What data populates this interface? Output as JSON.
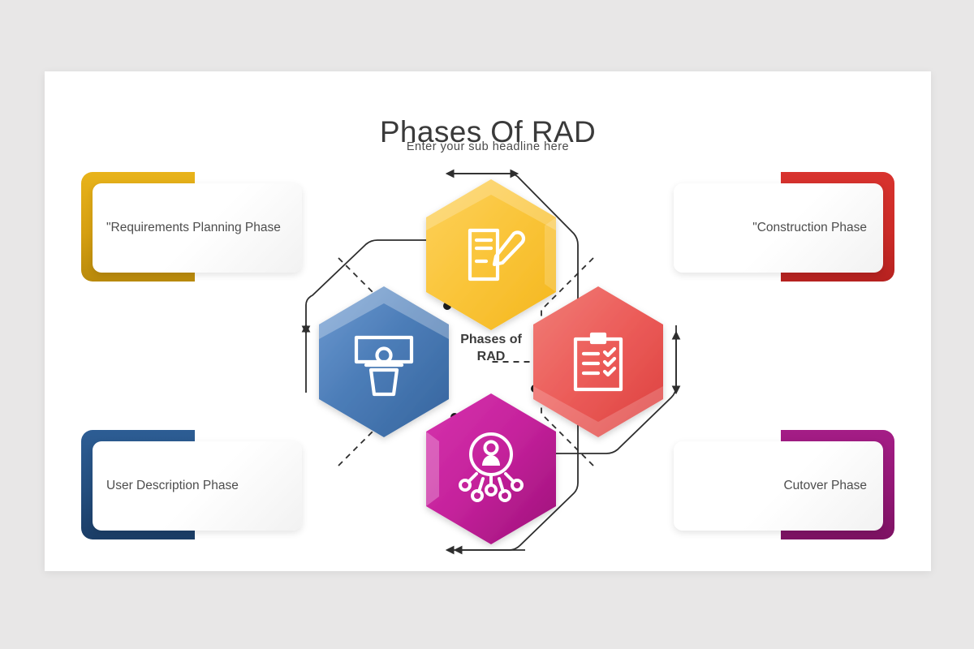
{
  "header": {
    "title": "Phases Of RAD",
    "subtitle": "Enter your sub headline here"
  },
  "center": {
    "line1": "Phases of",
    "line2": "RAD"
  },
  "cards": [
    {
      "id": "card-requirements",
      "label": "\"Requirements Planning Phase",
      "side": "left",
      "color": "#d6a012",
      "icon": "document-pencil-icon"
    },
    {
      "id": "card-user",
      "label": "User Description Phase",
      "side": "left",
      "color": "#244e7e",
      "icon": "presenter-podium-icon"
    },
    {
      "id": "card-construction",
      "label": "\"Construction Phase",
      "side": "right",
      "color": "#cc2b27",
      "icon": "clipboard-checklist-icon"
    },
    {
      "id": "card-cutover",
      "label": "Cutover Phase",
      "side": "right",
      "color": "#921775",
      "icon": "user-network-icon"
    }
  ],
  "hexagons": [
    {
      "position": "top",
      "color": "#fac53a",
      "color_dark": "#f2b120",
      "icon": "document-pencil-icon",
      "linked_card": "card-requirements"
    },
    {
      "position": "right",
      "color": "#ec5d5a",
      "color_dark": "#de4542",
      "icon": "clipboard-checklist-icon",
      "linked_card": "card-construction"
    },
    {
      "position": "bottom",
      "color": "#c5229c",
      "color_dark": "#aa1585",
      "icon": "user-network-icon",
      "linked_card": "card-cutover"
    },
    {
      "position": "left",
      "color": "#4c7db8",
      "color_dark": "#3d6aa2",
      "icon": "presenter-podium-icon",
      "linked_card": "card-user"
    }
  ],
  "arrows": [
    {
      "name": "arrow-top-right",
      "direction": "right"
    },
    {
      "name": "arrow-right-down",
      "direction": "down"
    },
    {
      "name": "arrow-bottom-left",
      "direction": "left"
    },
    {
      "name": "arrow-left-up",
      "direction": "up"
    }
  ],
  "theme": {
    "page_background": "#e8e7e7",
    "slide_background": "#ffffff",
    "title_color": "#3a3a3a",
    "label_color": "#4d4d4d",
    "connector_color": "#333333"
  }
}
